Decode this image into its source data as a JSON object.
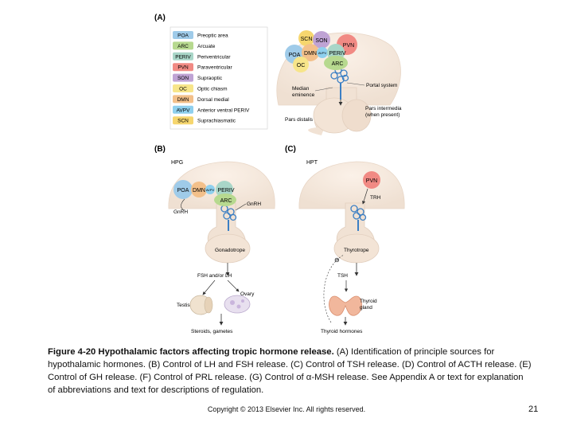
{
  "panels": {
    "a": {
      "label": "(A)",
      "legend": [
        {
          "abbr": "POA",
          "name": "Preoptic area",
          "color": "#9fcbe9"
        },
        {
          "abbr": "ARC",
          "name": "Arcuate",
          "color": "#b7d98f"
        },
        {
          "abbr": "PERIV",
          "name": "Periventricular",
          "color": "#a9d6c8"
        },
        {
          "abbr": "PVN",
          "name": "Paraventricular",
          "color": "#f18a84"
        },
        {
          "abbr": "SON",
          "name": "Supraoptic",
          "color": "#bfa3d4"
        },
        {
          "abbr": "OC",
          "name": "Optic chiasm",
          "color": "#f7e58a"
        },
        {
          "abbr": "DMN",
          "name": "Dorsal medial",
          "color": "#f3c08a"
        },
        {
          "abbr": "AVPV",
          "name": "Anterior ventral PERIV",
          "color": "#8fd0ee"
        },
        {
          "abbr": "SCN",
          "name": "Suprachiasmatic",
          "color": "#f6d66e"
        }
      ],
      "nuclei": {
        "scn": "SCN",
        "son": "SON",
        "pvn": "PVN",
        "poa": "POA",
        "dmn": "DMN",
        "avpv": "AVPV",
        "periv": "PERIV",
        "oc": "OC",
        "arc": "ARC"
      },
      "annotations": {
        "median_line1": "Median",
        "median_line2": "eminence",
        "portal": "Portal system",
        "pars_int_line1": "Pars intermedia",
        "pars_int_line2": "(when present)",
        "pars_distalis": "Pars distalis"
      }
    },
    "b": {
      "label": "(B)",
      "title": "HPG",
      "nuclei": {
        "poa": "POA",
        "dmn": "DMN",
        "avpv": "AVPV",
        "periv": "PERIV",
        "arc": "ARC"
      },
      "labels": {
        "gnrh_left": "GnRH",
        "gnrh_right": "GnRH",
        "cell": "Gonadotrope",
        "hormones": "FSH and/or LH",
        "testis": "Testis",
        "ovary": "Ovary",
        "output": "Steroids, gametes"
      }
    },
    "c": {
      "label": "(C)",
      "title": "HPT",
      "nuclei": {
        "pvn": "PVN"
      },
      "labels": {
        "trh": "TRH",
        "cell": "Thyrotrope",
        "feedback": "⊖",
        "tsh": "TSH",
        "gland_line1": "Thyroid",
        "gland_line2": "gland",
        "output": "Thyroid hormones"
      }
    }
  },
  "caption": {
    "bold": "Figure 4-20 Hypothalamic factors affecting tropic hormone release.",
    "text": " (A) Identification of principle sources for hypothalamic hormones. (B) Control of LH and FSH release. (C) Control of TSH release. (D) Control of ACTH release. (E) Control of GH release. (F) Control of PRL release. (G) Control of α-MSH release. See Appendix A or text for explanation of abbreviations and text for descriptions of regulation."
  },
  "footer": {
    "copyright": "Copyright © 2013 Elsevier Inc. All rights reserved.",
    "page": "21"
  }
}
